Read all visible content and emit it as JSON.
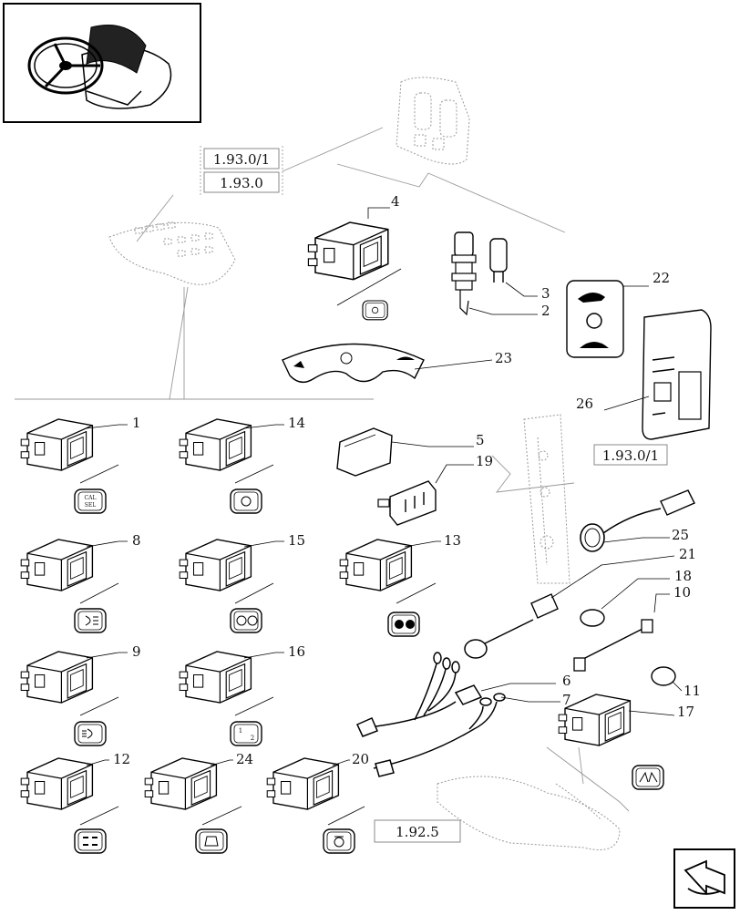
{
  "references": {
    "ref_top_a": "1.93.0/1",
    "ref_top_b": "1.93.0",
    "ref_right": "1.93.0/1",
    "ref_bottom": "1.92.5"
  },
  "callouts": [
    "1",
    "2",
    "3",
    "4",
    "5",
    "6",
    "7",
    "8",
    "9",
    "10",
    "11",
    "12",
    "13",
    "14",
    "15",
    "16",
    "17",
    "18",
    "19",
    "20",
    "21",
    "22",
    "23",
    "24",
    "25",
    "26"
  ],
  "decal_labels": {
    "cal_sel_line1": "CAL",
    "cal_sel_line2": "SEL",
    "num_1": "1",
    "num_2": "2"
  },
  "icons": {
    "nav": "next-page-arrow-icon",
    "thumbnail": "steering-wheel-cab-icon"
  }
}
